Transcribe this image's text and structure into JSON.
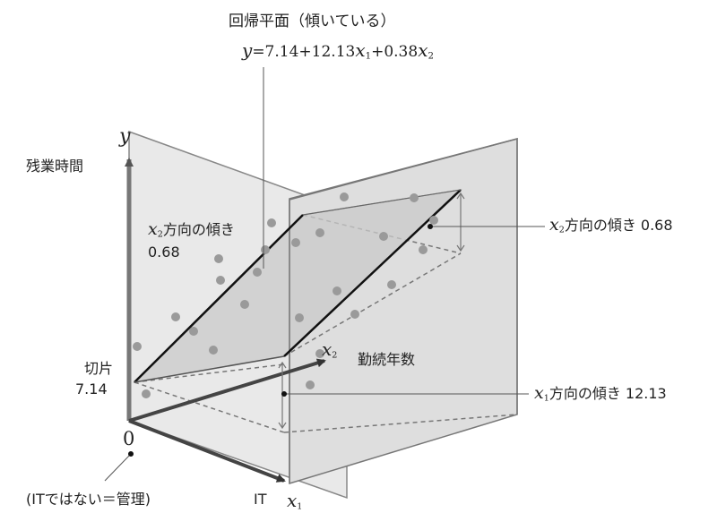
{
  "title": "回帰平面（傾いている）",
  "equation": {
    "y": "y",
    "eq": "=7.14+12.13",
    "x1": "x",
    "x1_sub": "1",
    "mid": "+0.38",
    "x2": "x",
    "x2_sub": "2"
  },
  "axes": {
    "y_symbol": "y",
    "y_name": "残業時間",
    "x1_symbol": "x",
    "x1_sub": "1",
    "x1_name": "IT",
    "x2_symbol": "x",
    "x2_sub": "2",
    "x2_name": "勤続年数",
    "origin": "0"
  },
  "annotations": {
    "intercept_label": "切片",
    "intercept_value": "7.14",
    "x2_slope_left_sym": "x",
    "x2_slope_left_sub": "2",
    "x2_slope_left_text": "方向の傾き",
    "x2_slope_left_value": "0.68",
    "x2_slope_right_sym": "x",
    "x2_slope_right_sub": "2",
    "x2_slope_right_text": "方向の傾き 0.68",
    "x1_slope_sym": "x",
    "x1_slope_sub": "1",
    "x1_slope_text": "方向の傾き 12.13",
    "baseline_note": "(ITではない＝管理)"
  },
  "colors": {
    "back_plane": "#e6e6e6",
    "front_plane": "#d7d7d7",
    "regression_plane": "#c4c4c4",
    "floor": "#d4d4d4",
    "points": "#9a9a9a",
    "axis": "#555555",
    "frame": "#777777"
  }
}
